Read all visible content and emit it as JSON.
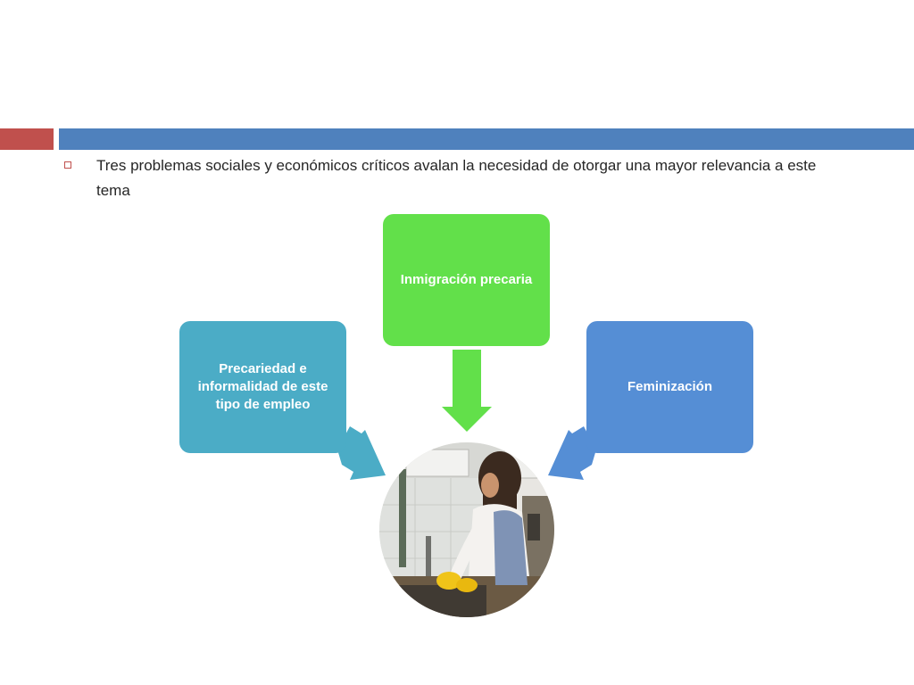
{
  "slide": {
    "bullet_text": "Tres  problemas sociales y económicos críticos avalan la necesidad de otorgar una mayor relevancia a este tema"
  },
  "diagram": {
    "boxes": [
      {
        "id": "top",
        "label": "Inmigración precaria",
        "color": "#62e04a"
      },
      {
        "id": "left",
        "label": "Precariedad e informalidad de este tipo de empleo",
        "color": "#4bacc6"
      },
      {
        "id": "right",
        "label": "Feminización",
        "color": "#558ed5"
      }
    ],
    "center_image": "woman-washing-dishes-photo"
  },
  "colors": {
    "accent_red": "#c0504d",
    "accent_blue": "#4f81bd",
    "text": "#262626"
  }
}
